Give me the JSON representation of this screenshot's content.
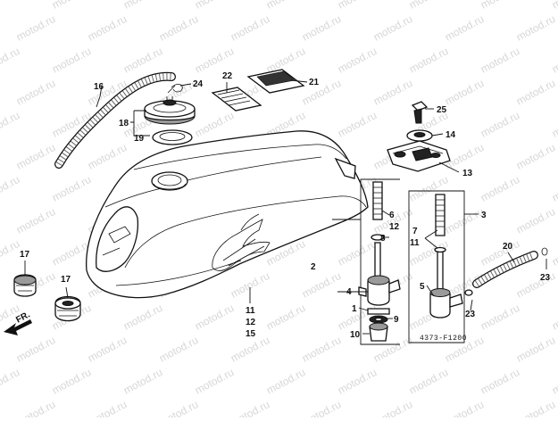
{
  "watermark": {
    "text": "motod.ru"
  },
  "diagram": {
    "code": "4373-F1200",
    "front_label": "FR.",
    "callouts": {
      "c1": "1",
      "c2": "2",
      "c3": "3",
      "c4": "4",
      "c5": "5",
      "c6": "6",
      "c7": "7",
      "c8": "8",
      "c9": "9",
      "c10": "10",
      "c11_valve": "11",
      "c12_valve": "12",
      "c11_tank": "11",
      "c12_tank": "12",
      "c15_tank": "15",
      "c13": "13",
      "c14": "14",
      "c16": "16",
      "c17_left": "17",
      "c17_right": "17",
      "c18": "18",
      "c19": "19",
      "c20": "20",
      "c21": "21",
      "c22": "22",
      "c23_right": "23",
      "c23_mid": "23",
      "c24": "24",
      "c25": "25"
    }
  }
}
